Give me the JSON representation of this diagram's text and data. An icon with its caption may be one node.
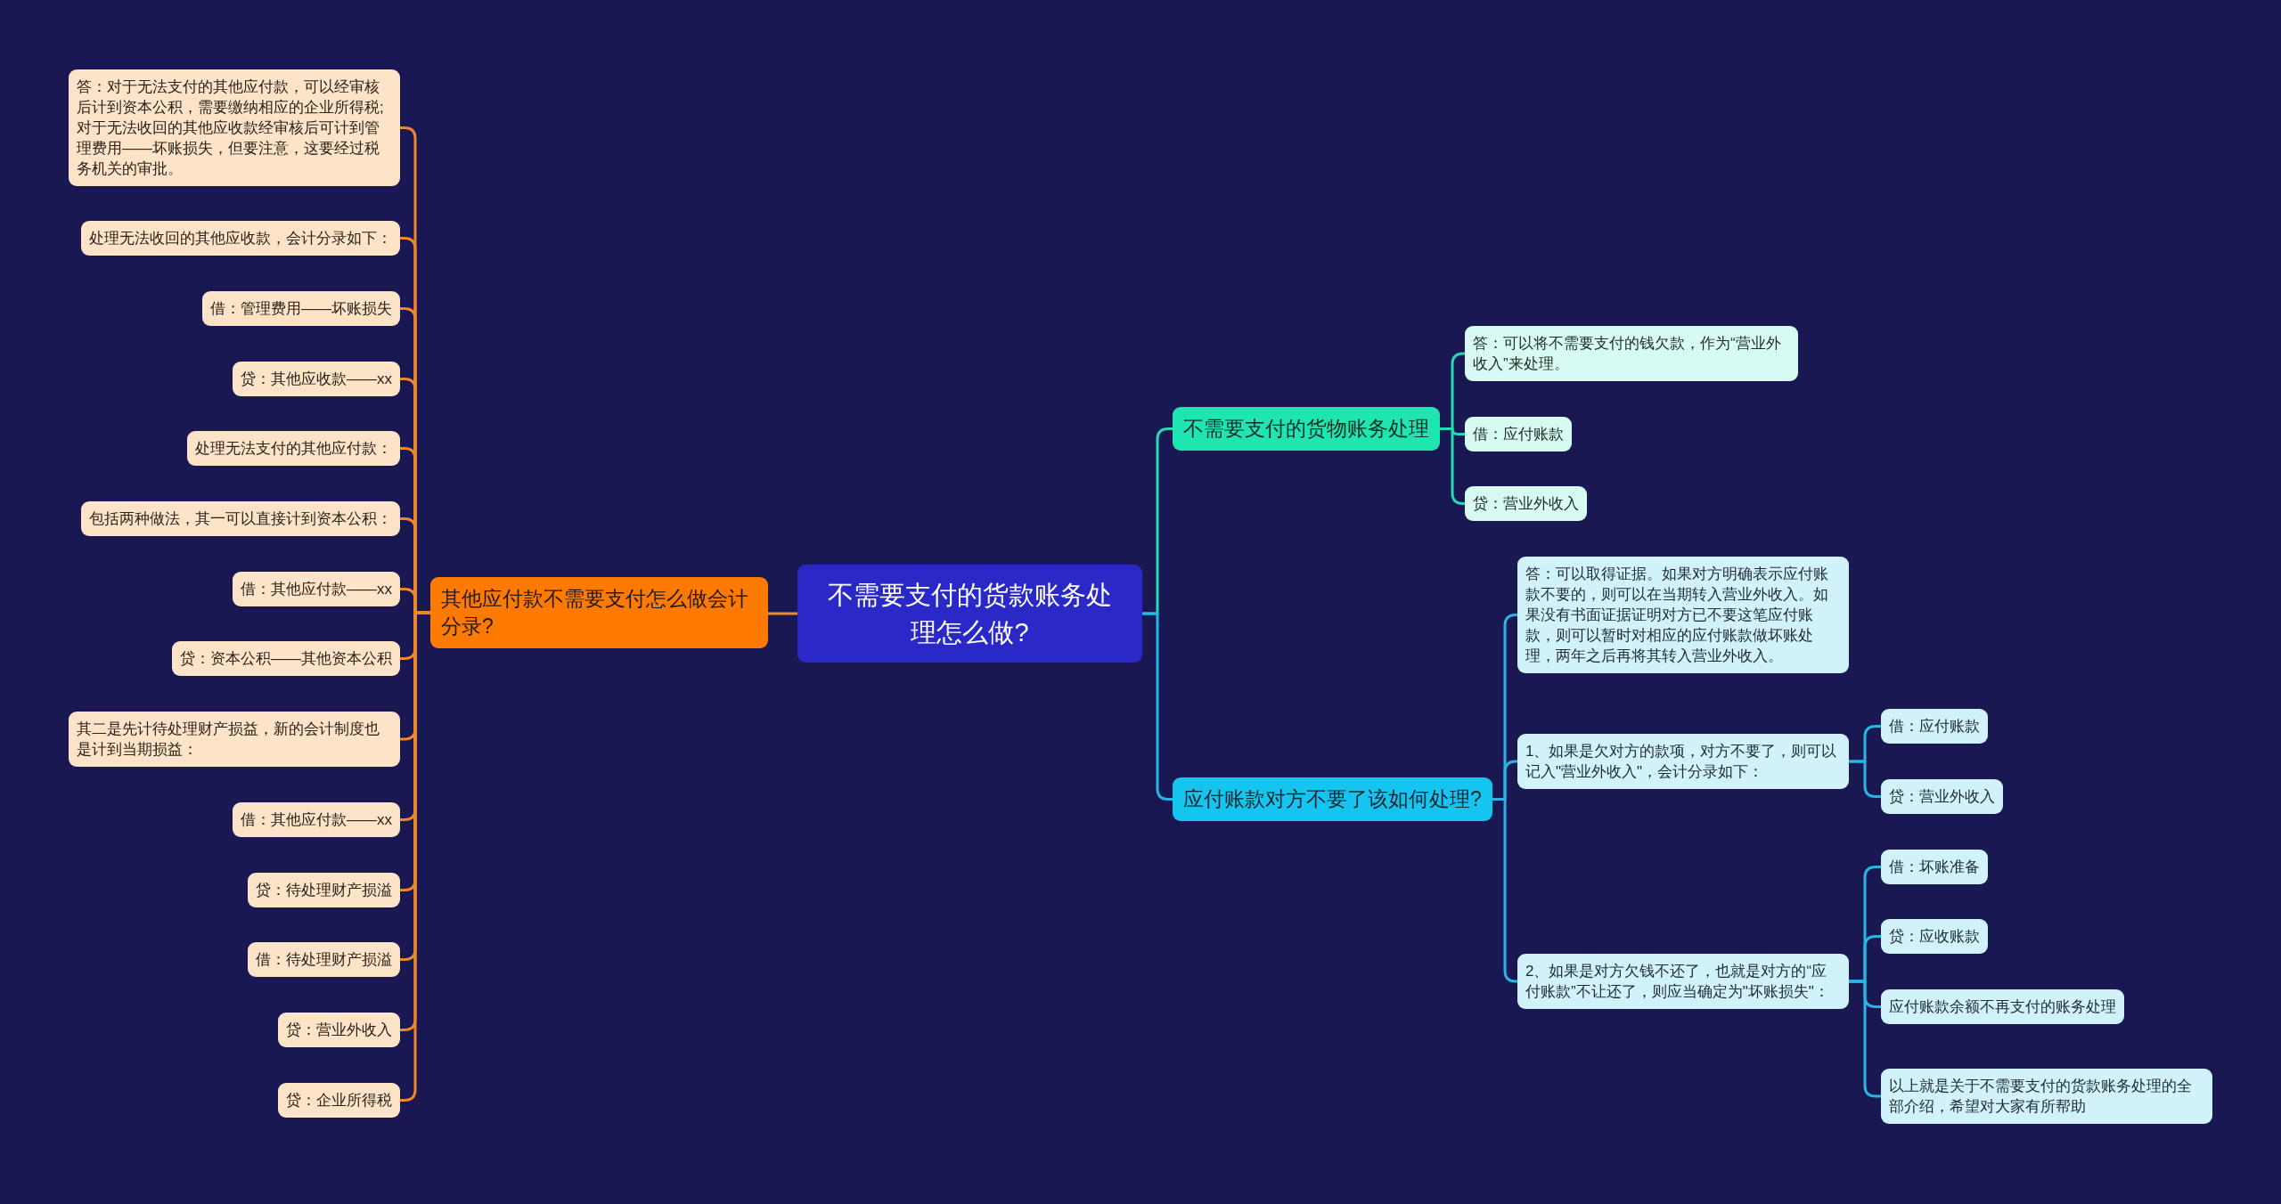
{
  "diagram": {
    "nodes": [
      {
        "text": [
          "不需要支付的货款账务处理怎么做?"
        ]
      },
      {
        "text": [
          "其他应付款不需要支付怎么做会计分录?"
        ]
      },
      {
        "text": [
          "答：对于无法支付的其他应付款，可以经审核后计到资本公积，需要缴纳相应的企业所得税;对于无法收回的其他应收款经审核后可计到管理费用——坏账损失，但要注意，这要经过税务机关的审批。"
        ]
      },
      {
        "text": [
          "处理无法收回的其他应收款，会计分录如下："
        ]
      },
      {
        "text": [
          "借：管理费用——坏账损失"
        ]
      },
      {
        "text": [
          "贷：其他应收款——xx"
        ]
      },
      {
        "text": [
          "处理无法支付的其他应付款："
        ]
      },
      {
        "text": [
          "包括两种做法，其一可以直接计到资本公积："
        ]
      },
      {
        "text": [
          "借：其他应付款——xx"
        ]
      },
      {
        "text": [
          "贷：资本公积——其他资本公积"
        ]
      },
      {
        "text": [
          "其二是先计待处理财产损益，新的会计制度也是计到当期损益："
        ]
      },
      {
        "text": [
          "借：其他应付款——xx"
        ]
      },
      {
        "text": [
          "贷：待处理财产损溢"
        ]
      },
      {
        "text": [
          "借：待处理财产损溢"
        ]
      },
      {
        "text": [
          "贷：营业外收入"
        ]
      },
      {
        "text": [
          "贷：企业所得税"
        ]
      },
      {
        "text": [
          "不需要支付的货物账务处理"
        ]
      },
      {
        "text": [
          "答：可以将不需要支付的钱欠款，作为“营业外收入”来处理。"
        ]
      },
      {
        "text": [
          "借：应付账款"
        ]
      },
      {
        "text": [
          "贷：营业外收入"
        ]
      },
      {
        "text": [
          "应付账款对方不要了该如何处理?"
        ]
      },
      {
        "text": [
          "答：可以取得证据。如果对方明确表示应付账款不要的，则可以在当期转入营业外收入。如果没有书面证据证明对方已不要这笔应付账款，则可以暂时对相应的应付账款做坏账处理，两年之后再将其转入营业外收入。"
        ]
      },
      {
        "text": [
          "1、如果是欠对方的款项，对方不要了，则可以记入\"营业外收入\"，会计分录如下："
        ]
      },
      {
        "text": [
          "借：应付账款"
        ]
      },
      {
        "text": [
          "贷：营业外收入"
        ]
      },
      {
        "text": [
          "2、如果是对方欠钱不还了，也就是对方的“应付账款”不让还了，则应当确定为\"坏账损失\"："
        ]
      },
      {
        "text": [
          "借：坏账准备"
        ]
      },
      {
        "text": [
          "贷：应收账款"
        ]
      },
      {
        "text": [
          "应付账款余额不再支付的账务处理"
        ]
      },
      {
        "text": [
          "以上就是关于不需要支付的货款账务处理的全部介绍，希望对大家有所帮助"
        ]
      }
    ],
    "edges": [
      {
        "from": 0,
        "to": 1,
        "arrow": "none"
      },
      {
        "from": 1,
        "to": 2,
        "arrow": "none"
      },
      {
        "from": 1,
        "to": 3,
        "arrow": "none"
      },
      {
        "from": 1,
        "to": 4,
        "arrow": "none"
      },
      {
        "from": 1,
        "to": 5,
        "arrow": "none"
      },
      {
        "from": 1,
        "to": 6,
        "arrow": "none"
      },
      {
        "from": 1,
        "to": 7,
        "arrow": "none"
      },
      {
        "from": 1,
        "to": 8,
        "arrow": "none"
      },
      {
        "from": 1,
        "to": 9,
        "arrow": "none"
      },
      {
        "from": 1,
        "to": 10,
        "arrow": "none"
      },
      {
        "from": 1,
        "to": 11,
        "arrow": "none"
      },
      {
        "from": 1,
        "to": 12,
        "arrow": "none"
      },
      {
        "from": 1,
        "to": 13,
        "arrow": "none"
      },
      {
        "from": 1,
        "to": 14,
        "arrow": "none"
      },
      {
        "from": 1,
        "to": 15,
        "arrow": "none"
      },
      {
        "from": 0,
        "to": 16,
        "arrow": "none",
        "color": "#27d9b3"
      },
      {
        "from": 16,
        "to": 17,
        "arrow": "none",
        "color": "#27d9b3"
      },
      {
        "from": 16,
        "to": 18,
        "arrow": "none",
        "color": "#27d9b3"
      },
      {
        "from": 16,
        "to": 19,
        "arrow": "none",
        "color": "#27d9b3"
      },
      {
        "from": 0,
        "to": 20,
        "arrow": "none",
        "color": "#25b6e4"
      },
      {
        "from": 20,
        "to": 21,
        "arrow": "none",
        "color": "#25b6e4"
      },
      {
        "from": 20,
        "to": 22,
        "arrow": "none",
        "color": "#25b6e4"
      },
      {
        "from": 22,
        "to": 23,
        "arrow": "none",
        "color": "#25b6e4"
      },
      {
        "from": 22,
        "to": 24,
        "arrow": "none",
        "color": "#25b6e4"
      },
      {
        "from": 20,
        "to": 25,
        "arrow": "none",
        "color": "#25b6e4"
      },
      {
        "from": 25,
        "to": 26,
        "arrow": "none",
        "color": "#25b6e4"
      },
      {
        "from": 25,
        "to": 27,
        "arrow": "none",
        "color": "#25b6e4"
      },
      {
        "from": 25,
        "to": 28,
        "arrow": "none",
        "color": "#25b6e4"
      },
      {
        "from": 25,
        "to": 29,
        "arrow": "none",
        "color": "#25b6e4"
      }
    ]
  }
}
